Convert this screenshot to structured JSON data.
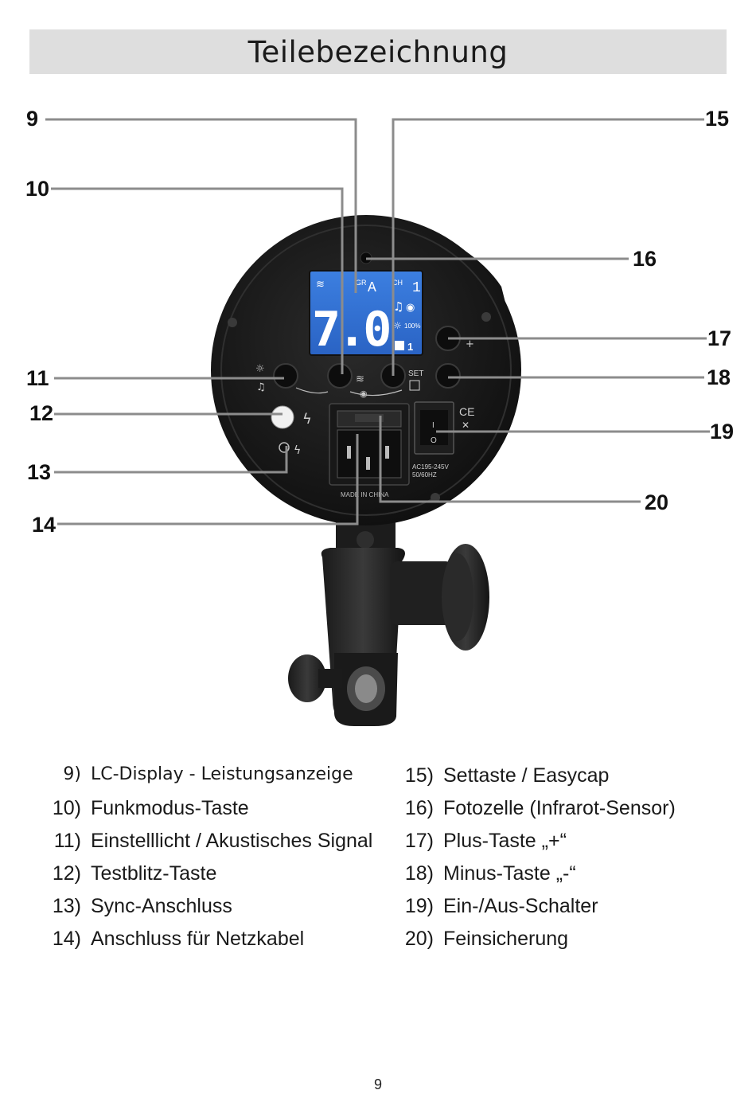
{
  "page": {
    "title": "Teilebezeichnung",
    "page_number": "9"
  },
  "callouts": [
    "9",
    "10",
    "11",
    "12",
    "13",
    "14",
    "15",
    "16",
    "17",
    "18",
    "19",
    "20"
  ],
  "device": {
    "lcd": {
      "group_label": "GR",
      "group_value": "A",
      "channel_label": "CH",
      "channel_value": "1",
      "power_value": "7.0",
      "percent": "100%",
      "slave_value": "1"
    },
    "set_label": "SET",
    "rating_line1": "AC195-245V",
    "rating_line2": "50/60HZ",
    "made_in": "MADE IN CHINA",
    "ce_mark": "CE",
    "switch_on": "I",
    "switch_off": "O"
  },
  "legend": {
    "left": [
      {
        "num": "9)",
        "text": "LC-Display - Leistungsanzeige"
      },
      {
        "num": "10)",
        "text": "Funkmodus-Taste"
      },
      {
        "num": "11)",
        "text": "Einstelllicht / Akustisches Signal"
      },
      {
        "num": "12)",
        "text": "Testblitz-Taste"
      },
      {
        "num": "13)",
        "text": "Sync-Anschluss"
      },
      {
        "num": "14)",
        "text": "Anschluss für Netzkabel"
      }
    ],
    "right": [
      {
        "num": "15)",
        "text": "Settaste / Easycap"
      },
      {
        "num": "16)",
        "text": "Fotozelle (Infrarot-Sensor)"
      },
      {
        "num": "17)",
        "text": "Plus-Taste „+“"
      },
      {
        "num": "18)",
        "text": "Minus-Taste „-“"
      },
      {
        "num": "19)",
        "text": "Ein-/Aus-Schalter"
      },
      {
        "num": "20)",
        "text": "Feinsicherung"
      }
    ]
  }
}
